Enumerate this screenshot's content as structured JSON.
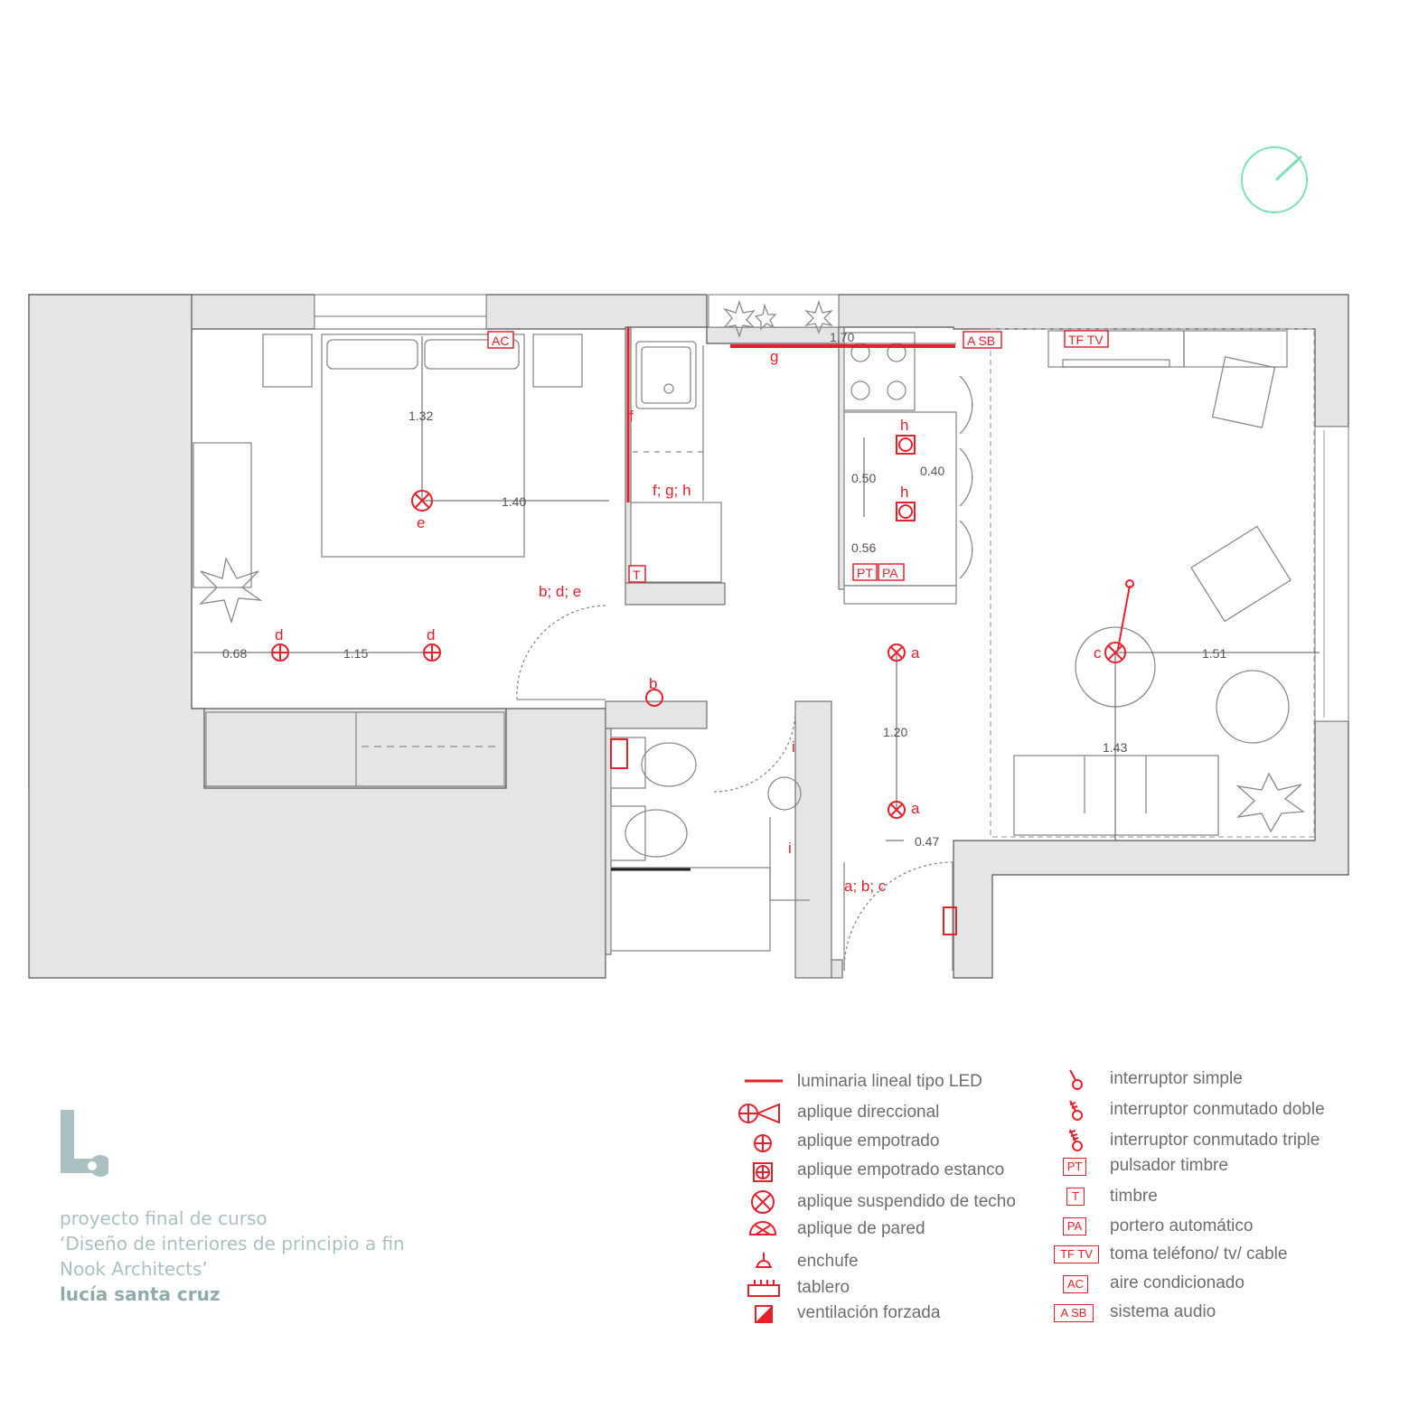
{
  "colors": {
    "red": "#e5222b",
    "wall": "#e4e5e7",
    "line": "#6b6b6b",
    "furniture": "#8a8a8a",
    "compass": "#7ee0b4",
    "credit": "#a9c1c1",
    "legend_text": "#6d6d6d"
  },
  "plan": {
    "dims": {
      "d132": "1.32",
      "d140": "1.40",
      "d170": "1.70",
      "d040": "0.40",
      "d050": "0.50",
      "d056": "0.56",
      "d068": "0.68",
      "d115": "1.15",
      "d120": "1.20",
      "d151": "1.51",
      "d143": "1.43",
      "d047": "0.47"
    },
    "labels": {
      "e": "e",
      "d1": "d",
      "d2": "d",
      "bde": "b; d; e",
      "b": "b",
      "f": "f",
      "fgh": "f; g; h",
      "g": "g",
      "h1": "h",
      "h2": "h",
      "a1": "a",
      "a2": "a",
      "abc": "a; b; c",
      "c": "c",
      "i1": "i",
      "i2": "i"
    },
    "tags": {
      "ac": "AC",
      "asb": "A SB",
      "tftv": "TF TV",
      "pt": "PT",
      "pa": "PA",
      "t": "T"
    }
  },
  "legend": {
    "left": [
      {
        "icon": "led-line-icon",
        "label": "luminaria lineal tipo LED"
      },
      {
        "icon": "directional-sconce-icon",
        "label": "aplique direccional"
      },
      {
        "icon": "recessed-light-icon",
        "label": "aplique empotrado"
      },
      {
        "icon": "waterproof-recessed-light-icon",
        "label": "aplique empotrado estanco"
      },
      {
        "icon": "ceiling-pendant-icon",
        "label": "aplique suspendido de techo"
      },
      {
        "icon": "wall-light-icon",
        "label": "aplique de pared"
      },
      {
        "icon": "socket-icon",
        "label": "enchufe"
      },
      {
        "icon": "panel-icon",
        "label": "tablero"
      },
      {
        "icon": "forced-ventilation-icon",
        "label": "ventilación forzada"
      }
    ],
    "right": [
      {
        "icon": "simple-switch-icon",
        "label": "interruptor simple"
      },
      {
        "icon": "double-switch-icon",
        "label": "interruptor conmutado doble"
      },
      {
        "icon": "triple-switch-icon",
        "label": "interruptor conmutado triple"
      },
      {
        "icon": "PT",
        "label": "pulsador timbre"
      },
      {
        "icon": "T",
        "label": "timbre"
      },
      {
        "icon": "PA",
        "label": "portero automático"
      },
      {
        "icon": "TF TV",
        "label": "toma teléfono/ tv/ cable"
      },
      {
        "icon": "AC",
        "label": "aire condicionado"
      },
      {
        "icon": "A SB",
        "label": "sistema audio"
      }
    ]
  },
  "credits": {
    "line1": "proyecto final de curso",
    "line2": "‘Diseño de interiores de principio a fin",
    "line3": "Nook Architects’",
    "author": "lucía santa cruz"
  }
}
